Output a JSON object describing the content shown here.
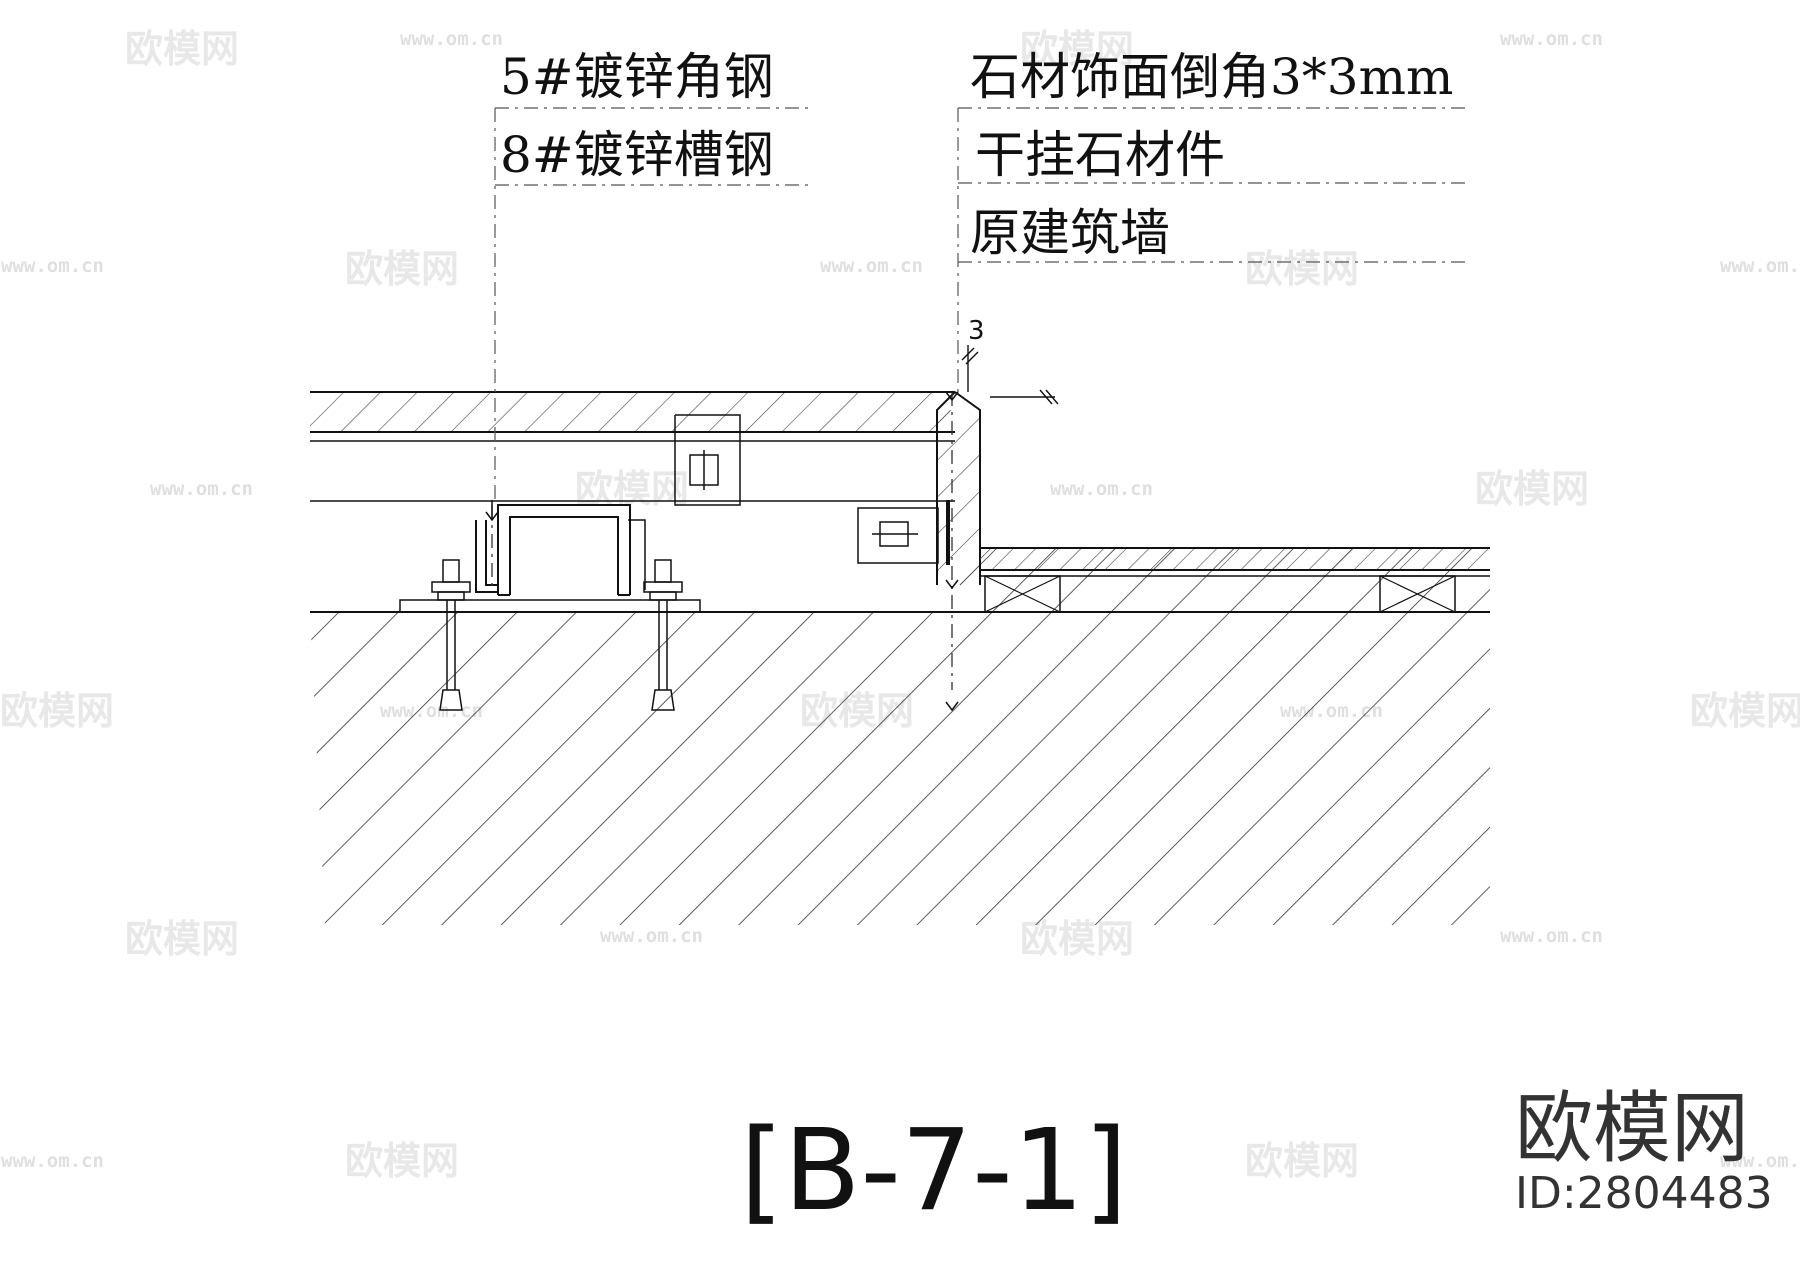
{
  "labels_left": [
    "5#镀锌角钢",
    "8#镀锌槽钢"
  ],
  "labels_right": [
    "石材饰面倒角3*3mm",
    "干挂石材件",
    "原建筑墙"
  ],
  "dimension": "3",
  "title": "[B-7-1]",
  "brand": {
    "name": "欧模网",
    "id": "ID:2804483"
  },
  "watermark": {
    "text": "欧模网",
    "url": "www.om.cn"
  }
}
